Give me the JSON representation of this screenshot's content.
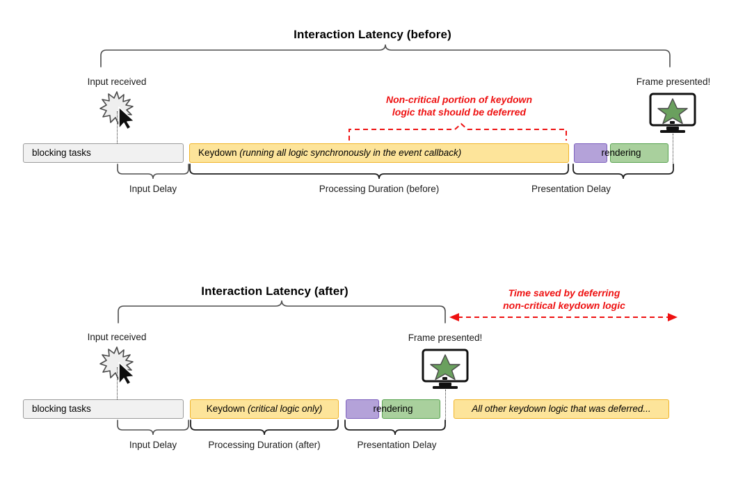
{
  "colors": {
    "accent_red": "#ee1111",
    "keydown_fill": "#fde49a",
    "keydown_border": "#f0b429",
    "blocking_fill": "#f1f1f1",
    "blocking_border": "#9a9a9a",
    "rendering_purple_fill": "#b4a2d9",
    "rendering_purple_border": "#7c5fbd",
    "rendering_green_fill": "#a9d09d",
    "rendering_green_border": "#57a24f",
    "brace_gray": "#4d4d4d",
    "brace_dark": "#1d1d1d",
    "star_green": "#6aa05e"
  },
  "before": {
    "title": "Interaction Latency (before)",
    "input_marker_label": "Input received",
    "frame_marker_label": "Frame presented!",
    "callout_line1": "Non-critical portion of keydown",
    "callout_line2": "logic that should be deferred",
    "bars": {
      "blocking": "blocking tasks",
      "keydown_prefix": "Keydown ",
      "keydown_italic": "(running all logic synchronously in the event callback)",
      "rendering": "rendering"
    },
    "braces": {
      "input_delay": "Input Delay",
      "processing_duration": "Processing Duration (before)",
      "presentation_delay": "Presentation Delay"
    }
  },
  "after": {
    "title": "Interaction Latency (after)",
    "input_marker_label": "Input received",
    "frame_marker_label": "Frame presented!",
    "callout_line1": "Time saved by deferring",
    "callout_line2": "non-critical keydown logic",
    "bars": {
      "blocking": "blocking tasks",
      "keydown_prefix": "Keydown ",
      "keydown_italic": "(critical logic only)",
      "rendering": "rendering",
      "deferred": "All other keydown logic that was deferred..."
    },
    "braces": {
      "input_delay": "Input Delay",
      "processing_duration": "Processing Duration (after)",
      "presentation_delay": "Presentation Delay"
    }
  },
  "icons": {
    "burst": "input-burst-icon",
    "cursor": "mouse-cursor-icon",
    "monitor": "monitor-frame-icon",
    "star": "star-icon"
  }
}
